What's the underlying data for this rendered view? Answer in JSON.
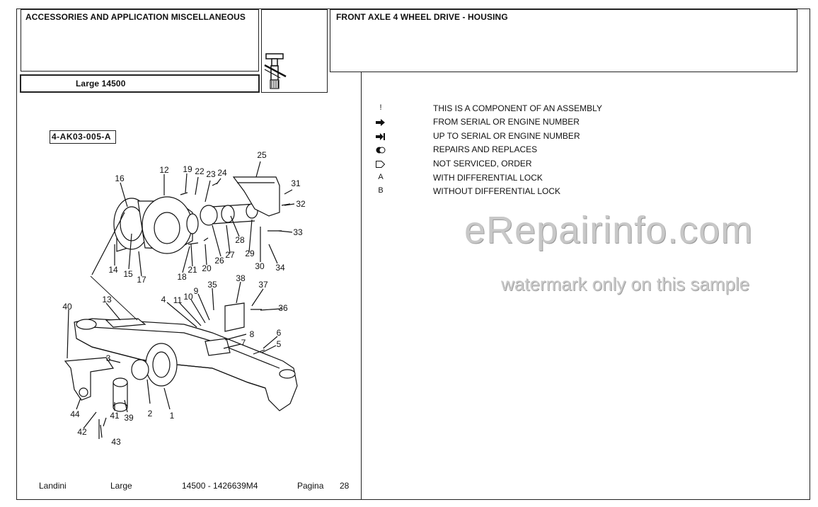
{
  "header": {
    "section_title": "ACCESSORIES AND APPLICATION MISCELLANEOUS",
    "model": "Large 14500",
    "page_title": "FRONT AXLE 4 WHEEL DRIVE - HOUSING"
  },
  "drawing": {
    "ref_code": "4-AK03-005-A",
    "callouts": [
      "1",
      "2",
      "3",
      "4",
      "5",
      "6",
      "7",
      "8",
      "9",
      "10",
      "11",
      "12",
      "13",
      "14",
      "15",
      "16",
      "17",
      "18",
      "19",
      "20",
      "21",
      "22",
      "23",
      "24",
      "25",
      "26",
      "27",
      "28",
      "29",
      "30",
      "31",
      "32",
      "33",
      "34",
      "35",
      "36",
      "37",
      "38",
      "39",
      "40",
      "41",
      "42",
      "43",
      "44"
    ]
  },
  "legend": [
    {
      "symbol": "!",
      "icon": "exclamation-icon",
      "text": "THIS IS A COMPONENT OF AN ASSEMBLY"
    },
    {
      "symbol": "",
      "icon": "arrow-from-icon",
      "text": "FROM SERIAL OR ENGINE NUMBER"
    },
    {
      "symbol": "",
      "icon": "arrow-upto-icon",
      "text": "UP TO SERIAL OR ENGINE NUMBER"
    },
    {
      "symbol": "",
      "icon": "repairs-icon",
      "text": "REPAIRS AND REPLACES"
    },
    {
      "symbol": "",
      "icon": "not-serviced-icon",
      "text": "NOT SERVICED, ORDER"
    },
    {
      "symbol": "A",
      "icon": "",
      "text": "WITH DIFFERENTIAL LOCK"
    },
    {
      "symbol": "B",
      "icon": "",
      "text": "WITHOUT DIFFERENTIAL LOCK"
    }
  ],
  "footer": {
    "brand": "Landini",
    "series": "Large",
    "code": "14500 - 1426639M4",
    "page_label": "Pagina",
    "page_number": "28"
  },
  "watermark": {
    "main": "eRepairinfo.com",
    "sub": "watermark only on this sample"
  }
}
